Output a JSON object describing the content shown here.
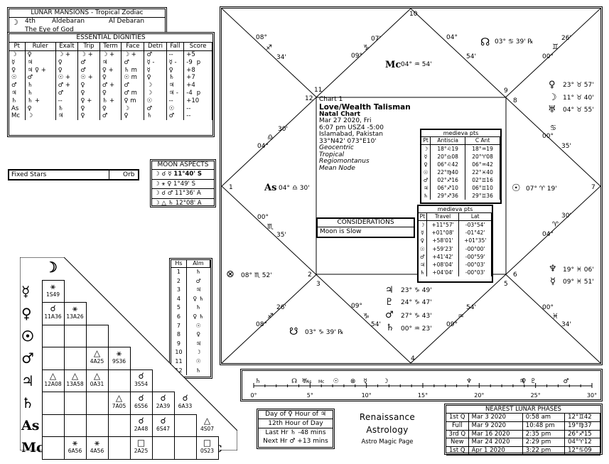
{
  "lunar_mansions": {
    "title": "LUNAR MANSIONS - Tropical Zodiac",
    "moon_glyph": "☽",
    "number": "4th",
    "name1": "Aldebaran",
    "name2": "Al Debaran",
    "meaning": "The Eye of God"
  },
  "dignities": {
    "title": "ESSENTIAL DIGNITIES",
    "headers": [
      "Pt",
      "Ruler",
      "Exalt",
      "Trip",
      "Term",
      "Face",
      "Detri",
      "Fall",
      "Score"
    ],
    "rows": [
      [
        "☽",
        "♀",
        "☽ +",
        "☽ +",
        "☽ +",
        "☽ +",
        "♂",
        "--",
        "+5",
        ""
      ],
      [
        "☿",
        "♃",
        "♀",
        "♂",
        "♃",
        "♂",
        "☿ -",
        "☿ -",
        "-9",
        "p"
      ],
      [
        "♀",
        "♃ ♀ +",
        "♀",
        "♂",
        "♀ +",
        "♄ m",
        "☿",
        "♀",
        "+8",
        ""
      ],
      [
        "☉",
        "♂",
        "☉ +",
        "☉ +",
        "♀",
        "☉ m",
        "♀",
        "♄",
        "+7",
        ""
      ],
      [
        "♂",
        "♄",
        "♂ +",
        "♀",
        "♂ +",
        "♂",
        "☽",
        "♃",
        "+4",
        ""
      ],
      [
        "♃",
        "♄",
        "♂",
        "♀",
        "♀",
        "♂ m",
        "☽",
        "♃ -",
        "-4",
        "p"
      ],
      [
        "♄",
        "♄ +",
        "--",
        "♀ +",
        "♄ +",
        "♀ m",
        "☉",
        "--",
        "+10",
        ""
      ],
      [
        "As",
        "♀",
        "♄",
        "♀",
        "♀",
        "☽",
        "♂",
        "☉",
        "--",
        ""
      ],
      [
        "Mc",
        "☽",
        "♃",
        "♀",
        "♂",
        "♀",
        "♄",
        "♂",
        "--",
        ""
      ]
    ]
  },
  "fixed_stars": {
    "title": "Fixed Stars",
    "orb": "Orb"
  },
  "moon_aspects": {
    "title": "MOON ASPECTS",
    "rows": [
      {
        "text": "☽ ☌ ☿ 11°40' S",
        "bold": true
      },
      {
        "text": "☽ ⚹ ♀ 1°49' S",
        "bold": false
      },
      {
        "text": "☽ ☌ ♂ 11°36' A",
        "bold": false
      },
      {
        "text": "☽ △ ♄ 12°08' A",
        "bold": false
      }
    ]
  },
  "houses": {
    "headers": [
      "Hs",
      "Alm"
    ],
    "rows": [
      [
        "1",
        "♄"
      ],
      [
        "2",
        "♂"
      ],
      [
        "3",
        "♃"
      ],
      [
        "4",
        "♀ ♄"
      ],
      [
        "5",
        "♄"
      ],
      [
        "6",
        "♀ ♄"
      ],
      [
        "7",
        "☉"
      ],
      [
        "8",
        "♀"
      ],
      [
        "9",
        "♃"
      ],
      [
        "10",
        "☽"
      ],
      [
        "11",
        "☉"
      ],
      [
        "12",
        "♄"
      ]
    ]
  },
  "aspect_grid": {
    "labels": [
      "☽",
      "☿",
      "♀",
      "☉",
      "♂",
      "♃",
      "♄",
      "As",
      "Mc"
    ],
    "cells": [
      {
        "r": 1,
        "c": 0,
        "glyph": "⚹",
        "text": "1S49"
      },
      {
        "r": 2,
        "c": 0,
        "glyph": "☌",
        "text": "11A36"
      },
      {
        "r": 2,
        "c": 1,
        "glyph": "⚹",
        "text": "13A26"
      },
      {
        "r": 4,
        "c": 2,
        "glyph": "△",
        "text": "4A25"
      },
      {
        "r": 4,
        "c": 3,
        "glyph": "⚹",
        "text": "9S36"
      },
      {
        "r": 5,
        "c": 0,
        "glyph": "△",
        "text": "12A08"
      },
      {
        "r": 5,
        "c": 1,
        "glyph": "△",
        "text": "13A58"
      },
      {
        "r": 5,
        "c": 2,
        "glyph": "△",
        "text": "0A31"
      },
      {
        "r": 5,
        "c": 4,
        "glyph": "☌",
        "text": "3S54"
      },
      {
        "r": 6,
        "c": 3,
        "glyph": "△",
        "text": "7A05"
      },
      {
        "r": 6,
        "c": 4,
        "glyph": "☌",
        "text": "6S56"
      },
      {
        "r": 6,
        "c": 5,
        "glyph": "☌",
        "text": "2A39"
      },
      {
        "r": 6,
        "c": 6,
        "glyph": "☌",
        "text": "6A33"
      },
      {
        "r": 7,
        "c": 4,
        "glyph": "☌",
        "text": "2A48"
      },
      {
        "r": 7,
        "c": 5,
        "glyph": "☌",
        "text": "6S47"
      },
      {
        "r": 7,
        "c": 7,
        "glyph": "△",
        "text": "4S07"
      },
      {
        "r": 8,
        "c": 1,
        "glyph": "⚹",
        "text": "6A56"
      },
      {
        "r": 8,
        "c": 2,
        "glyph": "⚹",
        "text": "4A56"
      },
      {
        "r": 8,
        "c": 4,
        "glyph": "□",
        "text": "2A25"
      },
      {
        "r": 8,
        "c": 7,
        "glyph": "□",
        "text": "0S23"
      }
    ]
  },
  "chart": {
    "house_numbers": [
      "1",
      "2",
      "3",
      "4",
      "5",
      "6",
      "7",
      "8",
      "9",
      "10",
      "11",
      "12"
    ],
    "info": {
      "chart_num": "Chart 1",
      "name": "Love/Wealth Talisman",
      "type": "Natal Chart",
      "date": "Mar 27 2020, Fri",
      "time": "6:07 pm  USZ4 -5:00",
      "place": "Islamabad, Pakistan",
      "coords": "33°N42' 073°E10'",
      "zodiac": "Geocentric",
      "zodiac2": "Tropical",
      "houses": "Regiomontanus",
      "node": "Mean Node"
    },
    "cusps": [
      {
        "text": "08°",
        "sign": "♐"
      },
      {
        "text": "34'"
      },
      {
        "text": "07'"
      },
      {
        "text": "09°",
        "sign": "♑"
      },
      {
        "text": "04°"
      },
      {
        "text": "54'"
      },
      {
        "text": "26'"
      },
      {
        "text": "00°",
        "sign": "♊"
      },
      {
        "text": "30'"
      },
      {
        "text": "04°",
        "sign": "♎"
      },
      {
        "text": "00°",
        "sign": "♋"
      },
      {
        "text": "35'"
      },
      {
        "text": "00°",
        "sign": "♏"
      },
      {
        "text": "35'"
      },
      {
        "text": "04°",
        "sign": "♈"
      },
      {
        "text": "30'"
      },
      {
        "text": "26'"
      },
      {
        "text": "08°",
        "sign": "♐"
      },
      {
        "text": "09°"
      },
      {
        "text": "54'"
      },
      {
        "text": "00°",
        "sign": "♓"
      },
      {
        "text": "34'"
      }
    ],
    "planets": [
      {
        "glyph": "☊",
        "text": "03° ♋ 39' ℞"
      },
      {
        "glyph": "Mc",
        "text": "04° ♒ 54'"
      },
      {
        "glyph": "♀",
        "text": "23° ♉ 57'"
      },
      {
        "glyph": "☽",
        "text": "11° ♉ 40'"
      },
      {
        "glyph": "♅",
        "text": "04° ♉ 55'"
      },
      {
        "glyph": "As",
        "text": "04° ♎ 30'"
      },
      {
        "glyph": "☉",
        "text": "07° ♈ 19'"
      },
      {
        "glyph": "⊗",
        "text": "08° ♏ 52'"
      },
      {
        "glyph": "♆",
        "text": "19° ♓ 06'"
      },
      {
        "glyph": "☿",
        "text": "09° ♓ 51'"
      },
      {
        "glyph": "♃",
        "text": "23° ♑ 49'"
      },
      {
        "glyph": "♇",
        "text": "24° ♑ 47'"
      },
      {
        "glyph": "♂",
        "text": "27° ♑ 43'"
      },
      {
        "glyph": "♄",
        "text": "00° ♒ 23'"
      },
      {
        "glyph": "☋",
        "text": "03° ♑ 39' ℞"
      }
    ],
    "extra_signs": [
      "♑",
      "♒",
      "♓",
      "♈"
    ]
  },
  "antiscia": {
    "title": "medieva pts",
    "headers": [
      "Pt",
      "Antiscia",
      "C Ant"
    ],
    "rows": [
      [
        "☽",
        "18°♌19",
        "18°♒19"
      ],
      [
        "☿",
        "20°♎08",
        "20°♈08"
      ],
      [
        "♀",
        "06°♌42",
        "06°♒42"
      ],
      [
        "☉",
        "22°♍40",
        "22°♓40"
      ],
      [
        "♂",
        "02°♐16",
        "02°♊16"
      ],
      [
        "♃",
        "06°♐10",
        "06°♊10"
      ],
      [
        "♄",
        "29°♐36",
        "29°♊36"
      ]
    ]
  },
  "travel": {
    "title": "medieva pts",
    "headers": [
      "Pt",
      "Travel",
      "Lat"
    ],
    "rows": [
      [
        "☽",
        "+11°57'",
        "-03°54'"
      ],
      [
        "☿",
        "+01°08'",
        "-01°42'"
      ],
      [
        "♀",
        "+58'01'",
        "+01°35'"
      ],
      [
        "☉",
        "+59'23'",
        "-00°00'"
      ],
      [
        "♂",
        "+41'42'",
        "-00°59'"
      ],
      [
        "♃",
        "+08'04'",
        "-00°03'"
      ],
      [
        "♄",
        "+04'04'",
        "-00°03'"
      ]
    ]
  },
  "considerations": {
    "title": "CONSIDERATIONS",
    "text": "Moon is Slow"
  },
  "ruler_bar": {
    "ticks": [
      "0°",
      "5°",
      "10°",
      "15°",
      "20°",
      "25°",
      "30°"
    ],
    "markers": [
      {
        "deg": 0.38,
        "glyph": "♄"
      },
      {
        "deg": 3.6,
        "glyph": "☊"
      },
      {
        "deg": 4.5,
        "glyph": "♅"
      },
      {
        "deg": 4.9,
        "glyph": "As"
      },
      {
        "deg": 6.0,
        "glyph": "Mc"
      },
      {
        "deg": 7.3,
        "glyph": "☉"
      },
      {
        "deg": 8.8,
        "glyph": "⊗"
      },
      {
        "deg": 9.9,
        "glyph": "☿"
      },
      {
        "deg": 11.7,
        "glyph": "☽"
      },
      {
        "deg": 19.1,
        "glyph": "♆"
      },
      {
        "deg": 23.8,
        "glyph": "♃"
      },
      {
        "deg": 23.95,
        "glyph": "♀"
      },
      {
        "deg": 24.8,
        "glyph": "♇"
      },
      {
        "deg": 27.7,
        "glyph": "♂"
      }
    ]
  },
  "planetary_hours": {
    "day_label": "Day of",
    "day_glyph": "♀",
    "hour_label": "Hour of",
    "hour_glyph": "♃",
    "line2": "12th Hour of Day",
    "last_label": "Last Hr",
    "last_glyph": "♄",
    "last_val": "-48 mins",
    "next_label": "Next Hr",
    "next_glyph": "♂",
    "next_val": "+13 mins"
  },
  "branding": {
    "line1": "Renaissance",
    "line2": "Astrology",
    "line3": "Astro Magic Page"
  },
  "lunar_phases": {
    "title": "NEAREST LUNAR PHASES",
    "rows": [
      [
        "1st Q",
        "Mar 3 2020",
        "0:58 am",
        "12°♊42"
      ],
      [
        "Full",
        "Mar 9 2020",
        "10:48 pm",
        "19°♍37"
      ],
      [
        "3rd Q",
        "Mar 16 2020",
        "2:35 pm",
        "26°♐15"
      ],
      [
        "New",
        "Mar 24 2020",
        "2:29 pm",
        "04°♈12"
      ],
      [
        "1st Q",
        "Apr 1 2020",
        "3:22 pm",
        "12°♋09"
      ]
    ]
  }
}
